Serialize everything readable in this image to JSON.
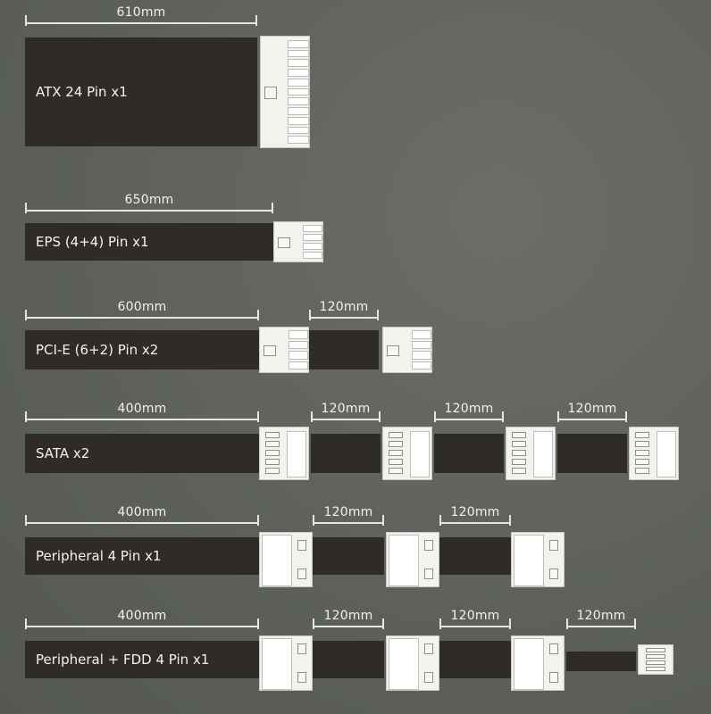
{
  "rows": [
    {
      "label": "ATX 24 Pin x1",
      "connector": "atx24",
      "segments": [
        {
          "length": "610mm",
          "cable": "main"
        }
      ]
    },
    {
      "label": "EPS (4+4) Pin x1",
      "connector": "eps",
      "segments": [
        {
          "length": "650mm",
          "cable": "main"
        }
      ]
    },
    {
      "label": "PCI-E (6+2) Pin x2",
      "connector": "pcie",
      "segments": [
        {
          "length": "600mm",
          "cable": "main"
        },
        {
          "length": "120mm",
          "cable": "link"
        }
      ]
    },
    {
      "label": "SATA x2",
      "connector": "sata",
      "segments": [
        {
          "length": "400mm",
          "cable": "main"
        },
        {
          "length": "120mm",
          "cable": "link"
        },
        {
          "length": "120mm",
          "cable": "link"
        },
        {
          "length": "120mm",
          "cable": "link"
        }
      ]
    },
    {
      "label": "Peripheral 4 Pin x1",
      "connector": "molex",
      "segments": [
        {
          "length": "400mm",
          "cable": "main"
        },
        {
          "length": "120mm",
          "cable": "link"
        },
        {
          "length": "120mm",
          "cable": "link"
        }
      ]
    },
    {
      "label": "Peripheral + FDD 4 Pin x1",
      "connector": "molex",
      "segments": [
        {
          "length": "400mm",
          "cable": "main"
        },
        {
          "length": "120mm",
          "cable": "link"
        },
        {
          "length": "120mm",
          "cable": "link"
        },
        {
          "length": "120mm",
          "cable": "fdd"
        }
      ]
    }
  ],
  "colors": {
    "background": "#5f625c",
    "cable": "#2e2b29",
    "connector": "#f2f2ee",
    "text": "#f4f4ef"
  }
}
